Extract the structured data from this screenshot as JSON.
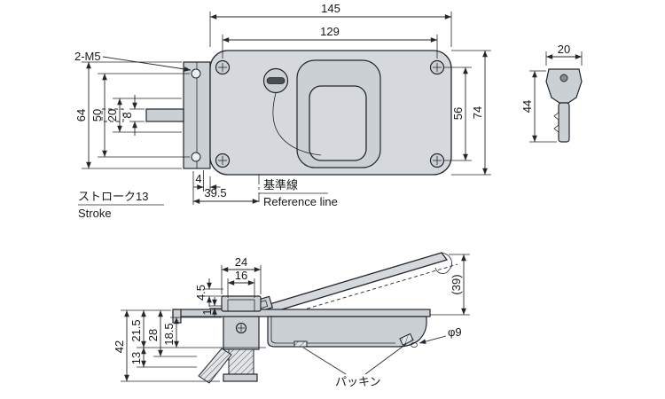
{
  "colors": {
    "line": "#23272b",
    "fill_light": "#d5d9dd",
    "fill_mid": "#cbd0d5",
    "background": "#ffffff"
  },
  "top_view": {
    "dim_overall_width": "145",
    "dim_hole_span_width": "129",
    "thread_callout": "2-M5",
    "dim_bracket_height": "64",
    "dim_bracket_hole_span": "50",
    "dim_slot_height": "20",
    "dim_rod_height": "8",
    "dim_plate_hole_span": "56",
    "dim_plate_height": "74",
    "dim_flange_offset": "4",
    "dim_ref_offset": "39.5",
    "stroke_label_jp": "ストローク13",
    "stroke_label_en": "Stroke",
    "ref_label_jp": "基準線",
    "ref_label_en": "Reference line"
  },
  "key_view": {
    "dim_head_width": "20",
    "dim_key_length": "44"
  },
  "side_view": {
    "dim_top_outer": "24",
    "dim_top_inner": "16",
    "dim_lip_gap": "4.5",
    "dim_edge": "1",
    "dim_open_height": "(39)",
    "hole_callout": "φ9",
    "dim_total_depth": "42",
    "dim_depth_21_5": "21.5",
    "dim_depth_13": "13",
    "dim_depth_28": "28",
    "dim_depth_18_5": "18.5",
    "packing_label": "パッキン"
  }
}
